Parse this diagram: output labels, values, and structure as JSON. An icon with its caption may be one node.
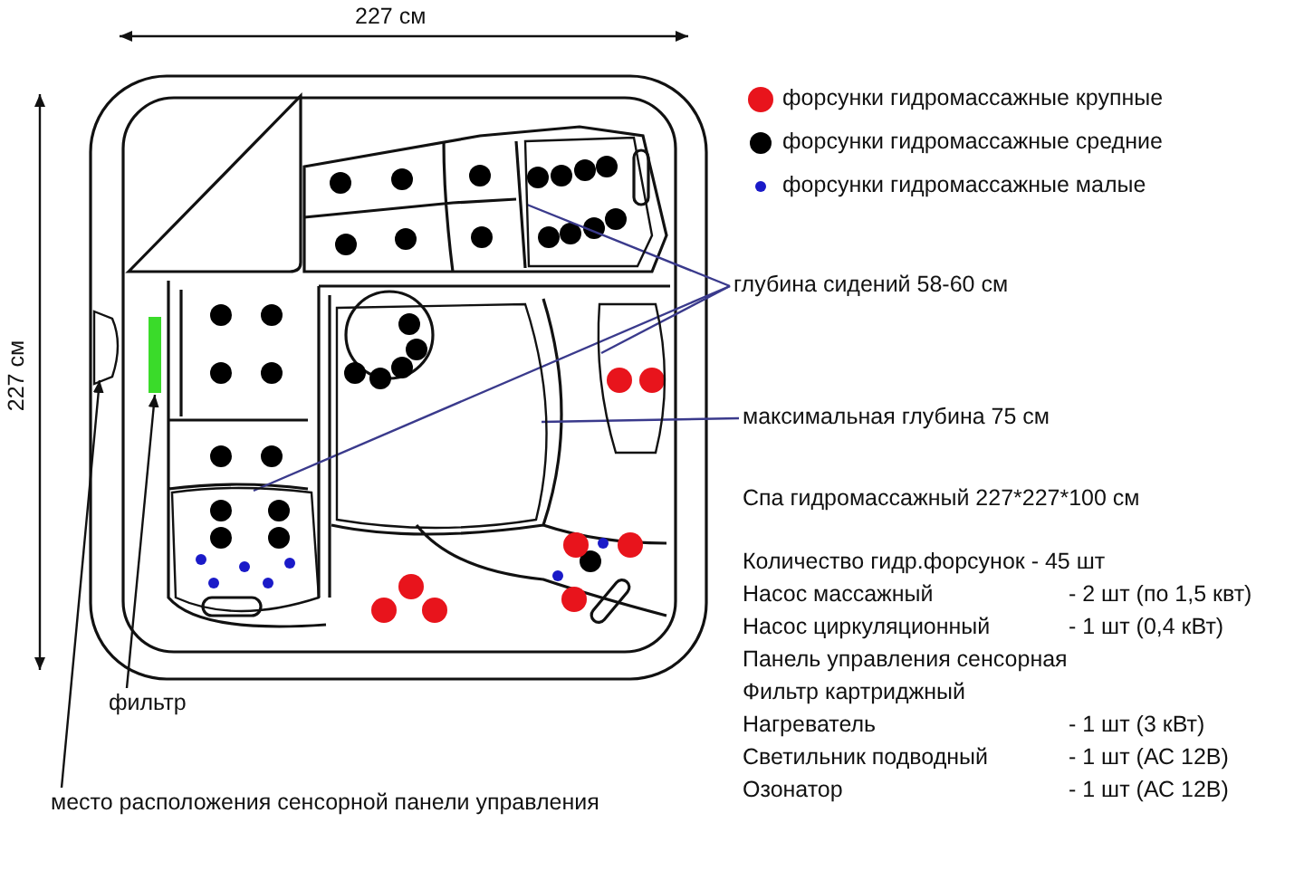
{
  "diagram": {
    "nodes": [
      {
        "text": [
          "глубина сидений 58-60 см"
        ]
      },
      {
        "text": [],
        "shape": "box"
      },
      {
        "text": [],
        "shape": "box"
      },
      {
        "text": [],
        "shape": "box"
      },
      {
        "text": [
          "максимальная глубина 75 см"
        ]
      },
      {
        "text": [],
        "shape": "box"
      },
      {
        "text": [
          "фильтр"
        ]
      },
      {
        "text": [],
        "shape": "bar"
      },
      {
        "text": [
          "место расположения сенсорной панели управления"
        ]
      },
      {
        "text": [],
        "shape": "box"
      }
    ],
    "edges": [
      {
        "from": 0,
        "to": 1,
        "arrow": "none",
        "color": "#3a3a8c"
      },
      {
        "from": 0,
        "to": 2,
        "arrow": "none",
        "color": "#3a3a8c"
      },
      {
        "from": 0,
        "to": 3,
        "arrow": "none",
        "color": "#3a3a8c"
      },
      {
        "from": 4,
        "to": 5,
        "arrow": "none",
        "color": "#3a3a8c"
      },
      {
        "from": 6,
        "to": 7,
        "arrow": "to",
        "color": "#111111"
      },
      {
        "from": 8,
        "to": 9,
        "arrow": "to",
        "color": "#111111"
      }
    ],
    "labels": [
      "227 см",
      "227 см",
      "Спа гидромассажный 227*227*100 см",
      "Количество гидр.форсунок - 45 шт",
      "Насос массажный",
      "- 2 шт (по 1,5 квт)",
      "Насос циркуляционный",
      "- 1 шт (0,4 кВт)",
      "Панель управления сенсорная",
      "Фильтр картриджный",
      "Нагреватель",
      "- 1 шт (3 кВт)",
      "Светильник подводный",
      "- 1 шт (АС 12В)",
      "Озонатор",
      "- 1 шт (АС 12В)"
    ],
    "legend": [
      {
        "text": "форсунки гидромассажные крупные",
        "color": "#e8141c"
      },
      {
        "text": "форсунки гидромассажные средние",
        "color": "#000000"
      },
      {
        "text": "форсунки гидромассажные малые",
        "color": "#1a1ac8"
      }
    ]
  }
}
